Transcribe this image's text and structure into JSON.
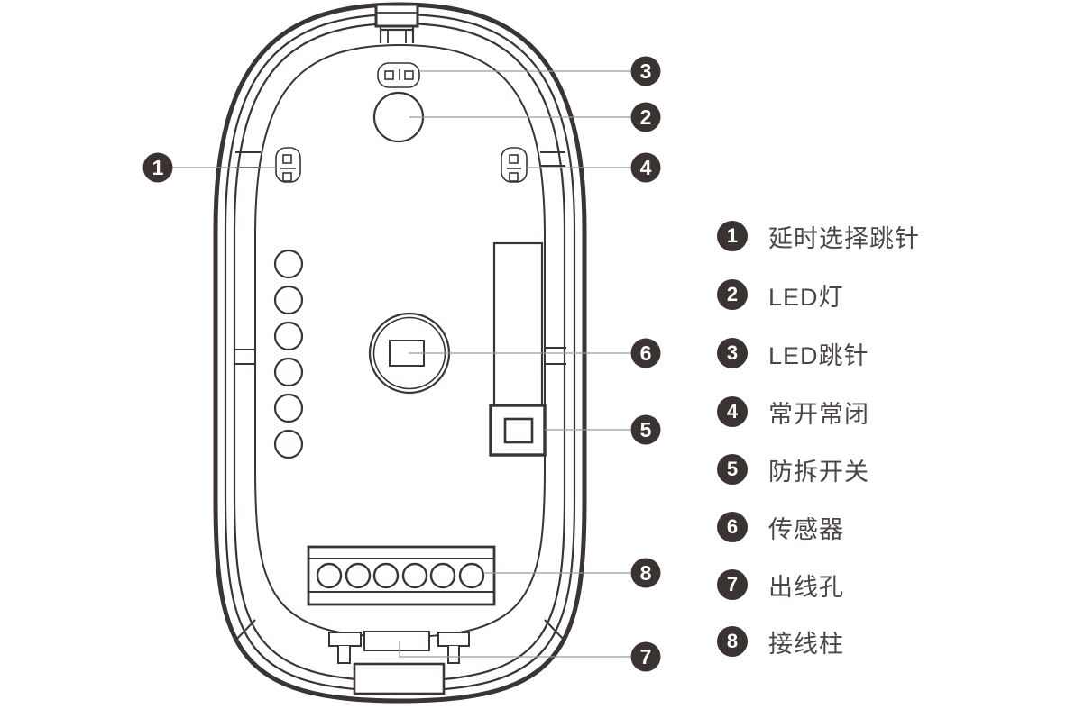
{
  "legend": {
    "items": [
      {
        "number": "1",
        "label": "延时选择跳针"
      },
      {
        "number": "2",
        "label": "LED灯"
      },
      {
        "number": "3",
        "label": "LED跳针"
      },
      {
        "number": "4",
        "label": "常开常闭"
      },
      {
        "number": "5",
        "label": "防拆开关"
      },
      {
        "number": "6",
        "label": "传感器"
      },
      {
        "number": "7",
        "label": "出线孔"
      },
      {
        "number": "8",
        "label": "接线柱"
      }
    ]
  },
  "colors": {
    "ink": "#3a3433",
    "marker_fill": "#3a3331",
    "marker_number": "#ffffff",
    "leader_line": "#9c9c9c",
    "legend_text": "#4b4644",
    "background": "#ffffff"
  }
}
